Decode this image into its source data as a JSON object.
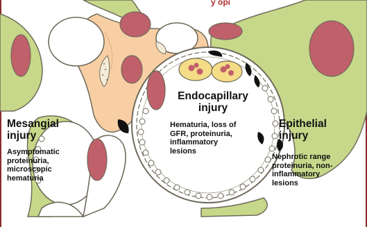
{
  "top_fragment": "y opi",
  "mesangial": {
    "title_line1": "Mesangial",
    "title_line2": "injury",
    "desc_line1": "Asymptomatic",
    "desc_line2": "proteinuria,",
    "desc_line3": "microscopic",
    "desc_line4": "hematuria"
  },
  "endocapillary": {
    "title_line1": "Endocapillary",
    "title_line2": "injury",
    "desc_line1": "Hematuria, loss of",
    "desc_line2": "GFR, proteinuria,",
    "desc_line3": "inflammatory",
    "desc_line4": "lesions"
  },
  "epithelial": {
    "title_line1": "Epithelial",
    "title_line2": "injury",
    "desc_line1": "Nephrotic range",
    "desc_line2": "proteinuria, non-",
    "desc_line3": "inflammatory",
    "desc_line4": "lesions"
  },
  "colors": {
    "epithelial_green": "#c8d88a",
    "nucleus_red": "#c0606a",
    "mesangium_peach": "#f8cfa4",
    "membrane_outline": "#6f6a5a",
    "frame_border": "#8a2b2b",
    "foot_black": "#111111"
  }
}
